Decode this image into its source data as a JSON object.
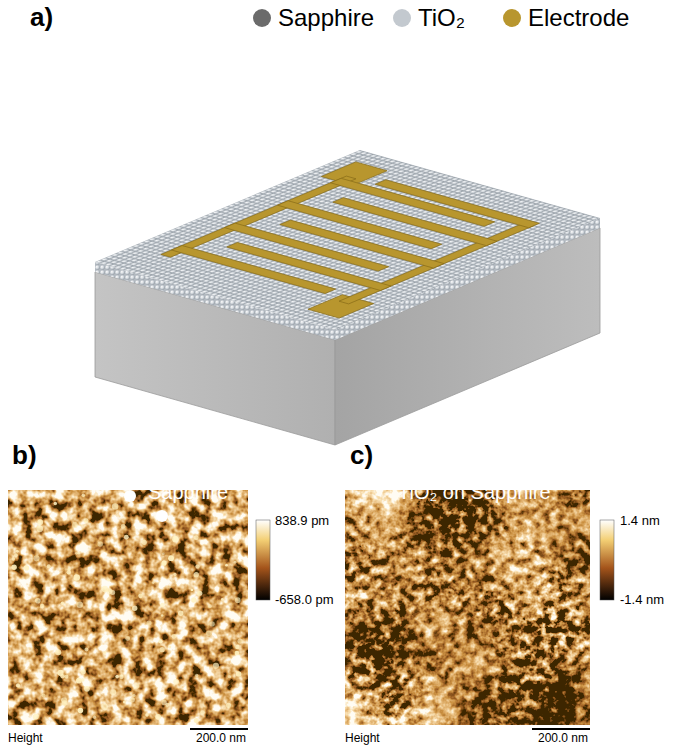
{
  "diagram": {
    "labels": [
      "a)",
      "b)",
      "c)",
      "Sapphire",
      "838.9 pm",
      "-658.0 pm",
      "Height",
      "200.0 nm",
      "TiO₂ on Sapphire",
      "1.4 nm",
      "-1.4 nm",
      "Height",
      "200.0 nm"
    ],
    "legend": [
      {
        "text": "Sapphire",
        "color": "#6b6b6b"
      },
      {
        "text": "TiO₂",
        "color": "#c3c9cf"
      },
      {
        "text": "Electrode",
        "color": "#b8962e"
      }
    ]
  }
}
